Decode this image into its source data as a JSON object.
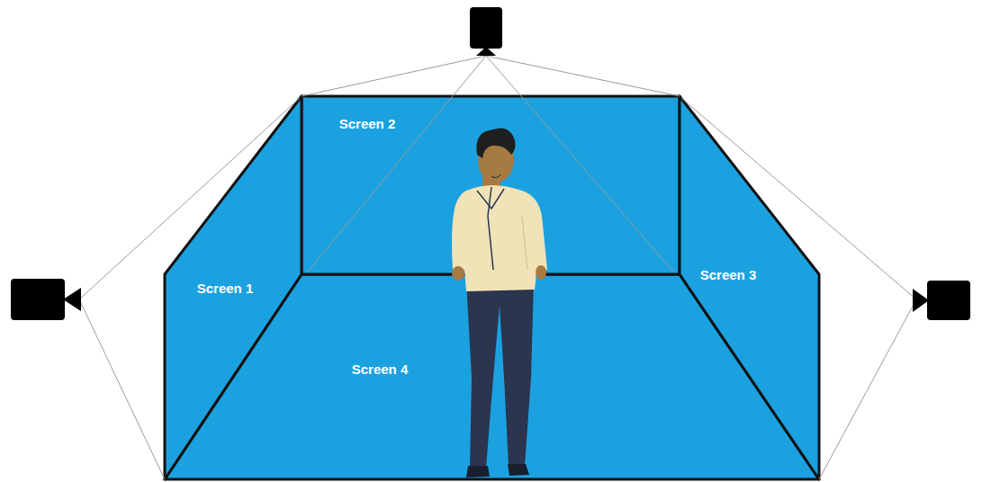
{
  "diagram": {
    "nodes": [
      {
        "text": [
          "Screen 1"
        ]
      },
      {
        "text": [
          "Screen 2"
        ]
      },
      {
        "text": [
          "Screen 3"
        ]
      },
      {
        "text": [
          "Screen 4"
        ]
      }
    ]
  }
}
